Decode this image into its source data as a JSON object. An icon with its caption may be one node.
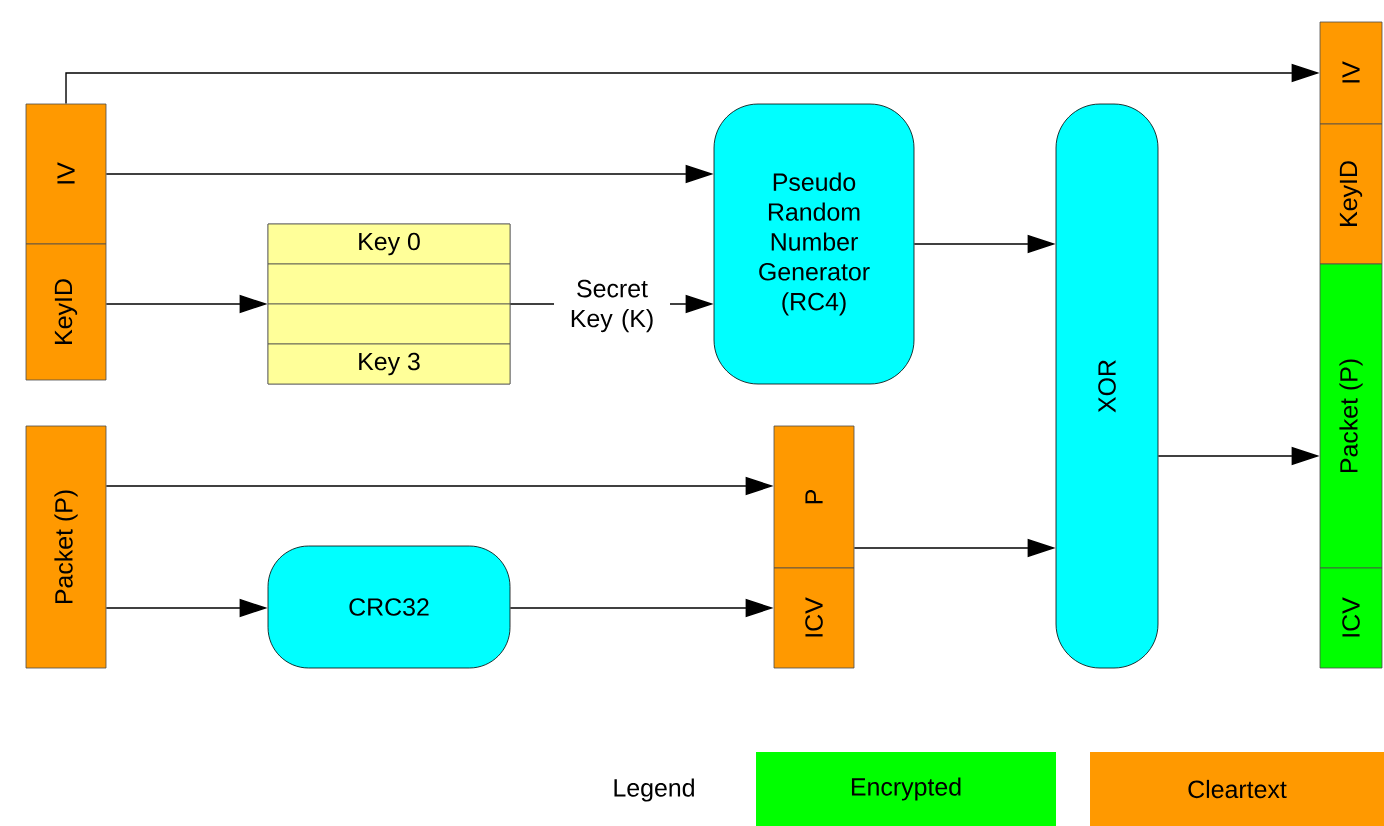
{
  "diagram": {
    "nodes": [
      {
        "text": [
          "IV"
        ]
      },
      {
        "text": [
          "KeyID"
        ]
      },
      {
        "text": [],
        "shape": "box"
      },
      {
        "text": [
          "Key 0"
        ],
        "in": 2
      },
      {
        "text": [],
        "shape": "box",
        "in": 2
      },
      {
        "text": [],
        "shape": "box",
        "in": 2
      },
      {
        "text": [
          "Key 3"
        ],
        "in": 2
      },
      {
        "text": [
          "Pseudo Random Number Generator (RC4)"
        ]
      },
      {
        "text": [
          "XOR"
        ]
      },
      {
        "text": [
          "Packet (P)"
        ]
      },
      {
        "text": [
          "CRC32"
        ]
      },
      {
        "text": [
          "P"
        ]
      },
      {
        "text": [
          "ICV"
        ]
      },
      {
        "text": [
          "IV"
        ]
      },
      {
        "text": [
          "KeyID"
        ]
      },
      {
        "text": [
          "Packet (P)"
        ]
      },
      {
        "text": [
          "ICV"
        ]
      }
    ],
    "edges": [
      {
        "from": 0,
        "to": 13,
        "arrow": "to"
      },
      {
        "from": 0,
        "to": 7,
        "arrow": "to"
      },
      {
        "from": 1,
        "to": 2,
        "arrow": "to"
      },
      {
        "from": 2,
        "to": 7,
        "arrow": "to",
        "label": "Secret Key (K)"
      },
      {
        "from": 7,
        "to": 8,
        "arrow": "to"
      },
      {
        "from": 9,
        "to": 11,
        "arrow": "to"
      },
      {
        "from": 9,
        "to": 10,
        "arrow": "to"
      },
      {
        "from": 10,
        "to": 12,
        "arrow": "to"
      },
      {
        "from": 11,
        "to": 8,
        "arrow": "to"
      },
      {
        "from": 8,
        "to": 15,
        "arrow": "to"
      }
    ],
    "labels": [
      "Legend"
    ],
    "legend": [
      {
        "text": "Encrypted",
        "color": "#00ff00"
      },
      {
        "text": "Cleartext",
        "color": "#ff9900"
      }
    ]
  }
}
